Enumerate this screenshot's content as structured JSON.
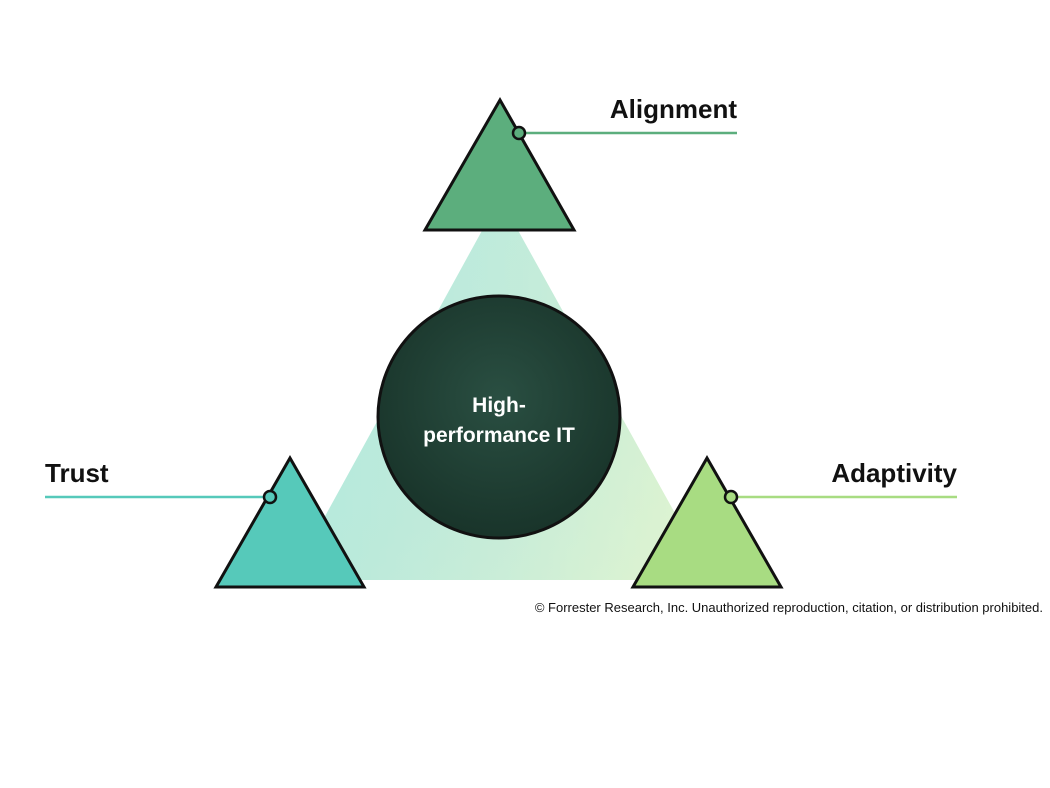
{
  "diagram": {
    "center": {
      "line1": "High-",
      "line2": "performance IT",
      "fill": "#1e3d32"
    },
    "nodes": {
      "alignment": {
        "label": "Alignment",
        "color": "#5cae7d"
      },
      "trust": {
        "label": "Trust",
        "color": "#56c9ba"
      },
      "adaptivity": {
        "label": "Adaptivity",
        "color": "#a8dc82"
      }
    }
  },
  "footer": {
    "copyright": "© Forrester Research, Inc. Unauthorized reproduction, citation, or distribution prohibited."
  }
}
